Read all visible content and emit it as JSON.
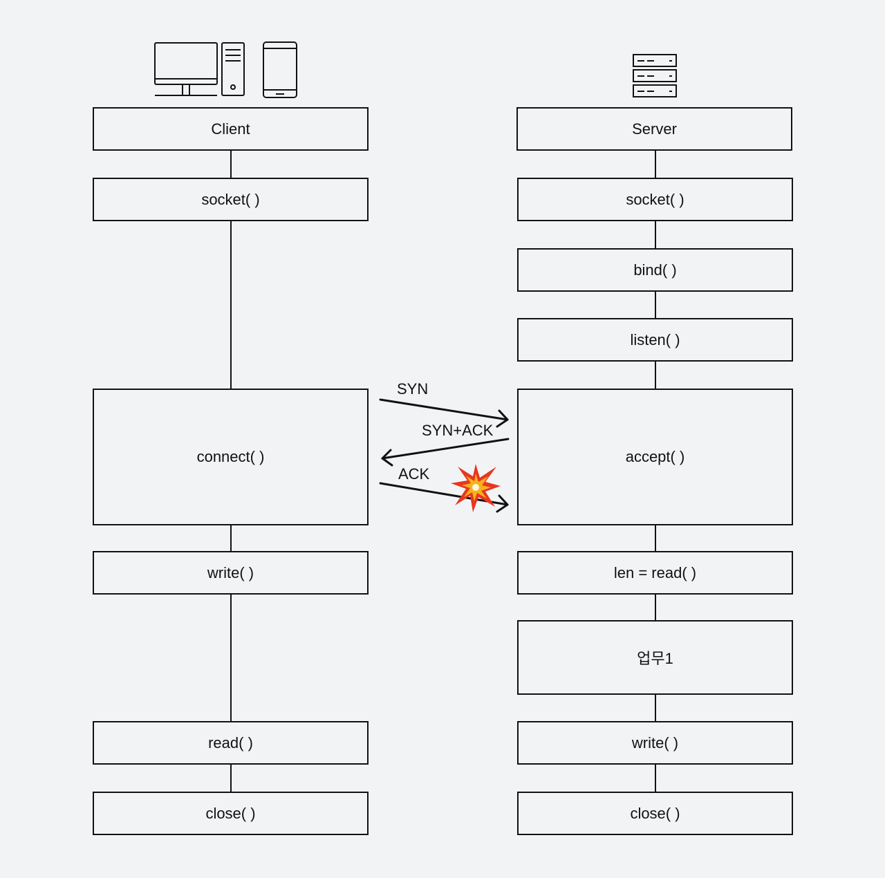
{
  "client": {
    "title": "Client",
    "steps": {
      "socket": "socket( )",
      "connect": "connect( )",
      "write": "write( )",
      "read": "read( )",
      "close": "close( )"
    }
  },
  "server": {
    "title": "Server",
    "steps": {
      "socket": "socket( )",
      "bind": "bind( )",
      "listen": "listen( )",
      "accept": "accept( )",
      "read": "len = read( )",
      "task": "업무1",
      "write": "write( )",
      "close": "close( )"
    }
  },
  "handshake": {
    "syn": "SYN",
    "synack": "SYN+ACK",
    "ack": "ACK",
    "ack_marker": "collision-icon"
  },
  "icons": {
    "client": [
      "desktop-computer-icon",
      "smartphone-icon"
    ],
    "server": "server-rack-icon"
  }
}
